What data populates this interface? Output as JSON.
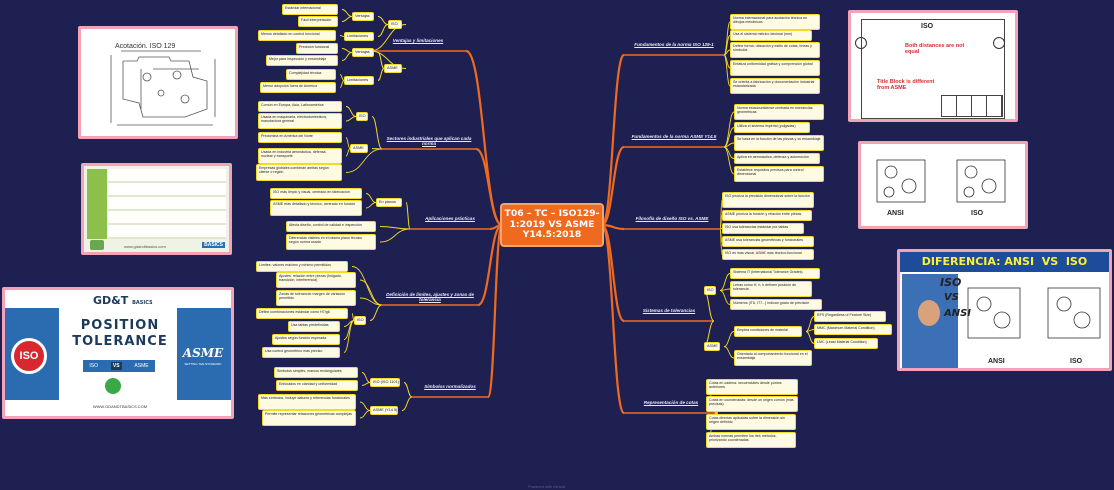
{
  "center_title": "T06 – TC – ISO129-1:2019 VS ASME Y14.5:2018",
  "footer": "Powered with miniral",
  "colors": {
    "background": "#1f2052",
    "center": "#ef6a1f",
    "branch_line": "#ef6a1f",
    "leaf_line": "#f2d92a",
    "leaf_fill": "#fffbe3",
    "card_border": "#f2a3b6"
  },
  "branches": {
    "b1": "Ventajas y limitaciones",
    "b2": "Sectores industriales que aplican cada norma",
    "b3": "Aplicaciones prácticas",
    "b4": "Definición de límites, ajustes y zonas de tolerancia",
    "b5": "Símbolos normalizados",
    "r1": "Fundamentos de la norma ISO 129-1",
    "r2": "Fundamentos de la norma ASME Y14.5",
    "r3": "Filosofía de diseño ISO vs. ASME",
    "r4": "Sistemas de tolerancias",
    "r5": "Representación de cotas"
  },
  "mids": {
    "b1_iso": "ISO",
    "b1_iso_v": "Ventajas",
    "b1_iso_l": "Limitaciones",
    "b1_asme": "ASME",
    "b1_asme_v": "Ventajas",
    "b1_asme_l": "Limitaciones",
    "b2_iso": "ISO",
    "b2_asme": "ASME",
    "b3_planos": "En planos",
    "b4_iso": "ISO",
    "b5_iso": "ISO (ISO 1101)",
    "b5_asme": "ASME (Y14.5)",
    "r4_iso": "ISO",
    "r4_asme": "ASME"
  },
  "leaves": {
    "b1_iso_v1": "Estándar internacional",
    "b1_iso_v2": "Fácil interpretación",
    "b1_iso_l1": "Menos detallado en control funcional",
    "b1_asme_v1": "Precisión funcional",
    "b1_asme_v2": "Mejor para inspección y ensamblaje",
    "b1_asme_l1": "Complejidad técnica",
    "b1_asme_l2": "Menor adopción fuera de América",
    "b2_1": "Común en Europa, Asia, Latinoamérica",
    "b2_2": "Usada en maquinaria, electrodomésticos, manufactura general",
    "b2_3": "Predomina en América del Norte",
    "b2_4": "Usada en industria aeronáutica, defensa, nuclear y transporte",
    "b2_5": "Empresas globales combinan ambas según cliente o región",
    "b3_1": "ISO más limpio y visual, centrado en fabricación",
    "b3_2": "ASME más detallado y técnico, centrado en función",
    "b3_3": "Afecta diseño, control de calidad e inspección",
    "b3_4": "Diferencias visibles en el mismo plano técnico según norma usada",
    "b4_1": "Límites: valores máximo y mínimo permitidos",
    "b4_2": "Ajustes: relación entre piezas (holgado, transición, interferencia)",
    "b4_3": "Zonas de tolerancia: margen de variación permitido",
    "b4_4": "Define combinaciones estándar como H7/g6",
    "b4_5": "Usa tablas predefinidas",
    "b4_6": "Ajustes según función esperada",
    "b4_7": "Usa control geométrico más preciso",
    "b5_1": "Símbolos simples, marcos rectangulares",
    "b5_2": "Enfocados en claridad y uniformidad",
    "b5_3": "Más símbolos, incluye datums y referencias funcionales",
    "b5_4": "Permite representar relaciones geométricas complejas",
    "r1_1": "Norma internacional para acotación técnica en dibujos mecánicos",
    "r1_2": "Usa el sistema métrico decimal (mm)",
    "r1_3": "Define forma, ubicación y estilo de cotas, líneas y símbolos",
    "r1_4": "Enfatiza uniformidad gráfica y comprensión global",
    "r1_5": "Se orienta a fabricación y documentación industrial estandarizada",
    "r2_1": "Norma estadounidense centrada en tolerancias geométricas",
    "r2_2": "Utiliza el sistema imperial (pulgadas)",
    "r2_3": "Se basa en la función de las piezas y su ensamblaje",
    "r2_4": "Aplica en aeronáutica, defensa y automoción",
    "r2_5": "Establece requisitos precisos para control dimensional",
    "r3_1": "ISO prioriza la precisión dimensional sobre la función",
    "r3_2": "ASME prioriza la función y relación entre piezas",
    "r3_3": "ISO usa tolerancias estándar por tablas",
    "r3_4": "ASME usa tolerancias geométricas y funcionales",
    "r3_5": "ISO es más visual, ASME más técnico-funcional",
    "r4_i1": "Sistema IT (International Tolerance Grades)",
    "r4_i2": "Letras como H, h, k definen posición de tolerancia",
    "r4_i3": "Números (IT6, IT7...) indican grado de precisión",
    "r4_a1": "Emplea condiciones de material",
    "r4_a1a": "RFS (Regardless of Feature Size)",
    "r4_a1b": "MMC (Maximum Material Condition)",
    "r4_a1c": "LMC (Least Material Condition)",
    "r4_a2": "Orientado al comportamiento funcional en el ensamblaje",
    "r5_1": "Cotas en cadena: secuenciales desde puntos anteriores",
    "r5_2": "Cotas en coordenadas: desde un origen común (más precisas)",
    "r5_3": "Cotas directas aplicadas sobre la dimensión sin origen definido",
    "r5_4": "Ambas normas permiten los tres métodos, priorizando coordenadas"
  },
  "cards": {
    "c1_title": "Acotación. ISO 129",
    "c2_caption": "www.gdandtbasics.com",
    "c3_brand": "GD&T",
    "c3_brand_sub": "BASICS",
    "c3_line1": "POSITION",
    "c3_line2": "TOLERANCE",
    "c3_iso": "ISO",
    "c3_vs": "VS",
    "c3_asme": "ASME",
    "c3_asme_sub": "SETTING THE STANDARD",
    "c3_url": "WWW.GDANDTBASICS.COM",
    "c4_title": "ISO",
    "c4_red1": "Both distances are not equal",
    "c4_red2": "Title Block is different from ASME",
    "c5_ansi": "ANSI",
    "c5_iso": "ISO",
    "c6_banner": "DIFERENCIA: ANSI  VS  ISO",
    "c6_iso": "ISO",
    "c6_vs": "VS",
    "c6_ansi": "ANSI",
    "c6_ansi2": "ANSI",
    "c6_iso2": "ISO"
  }
}
